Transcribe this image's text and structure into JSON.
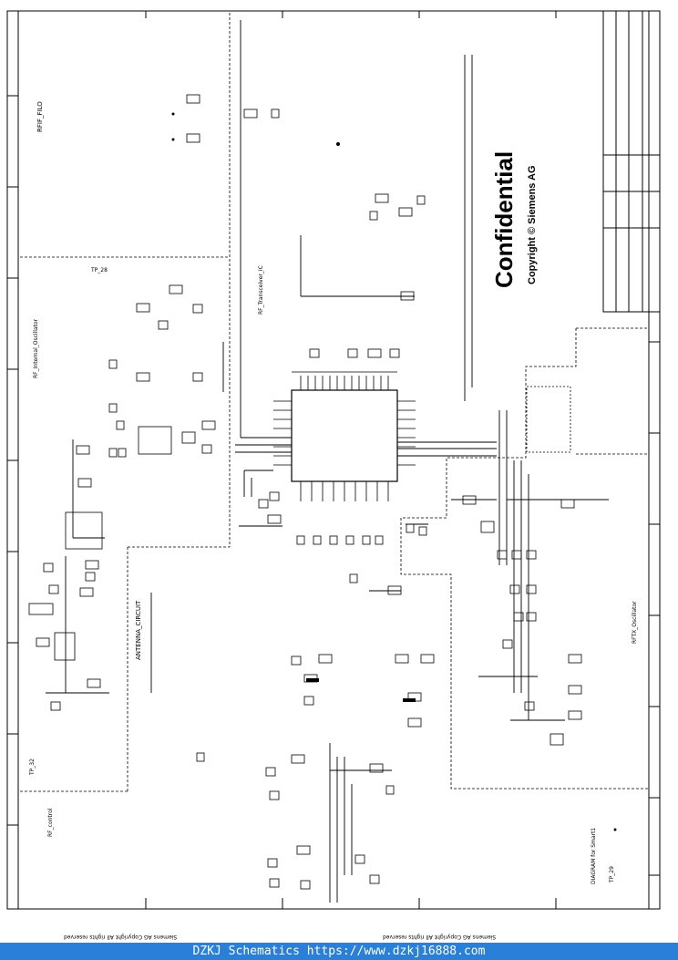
{
  "sheet": {
    "confidential": "Confidential",
    "copyright": "Copyright © Siemens AG",
    "footer": "DZKJ Schematics https://www.dzkj16888.com",
    "bottom_left_mirrored": "Siemens AG  Copyright  All rights reserved",
    "bottom_right_mirrored": "Siemens AG  Copyright  All rights reserved"
  },
  "blocks": {
    "rf_if_filter": "RFIF_FILO",
    "rf_transceiver": "RF_Transceiver_IC",
    "rf_internal_oscillator": "RF_Internal_Oscillator",
    "antenna_circuit": "ANTENNA_CIRCUIT",
    "rf_tx_oscillator": "RFTX_Oscillator",
    "rf_control": "RF_control",
    "diagram_for_smart": "DIAGRAM for Smart1"
  },
  "test_points": {
    "tp1": "TP_28",
    "tp2": "TP_32",
    "tp3": "TP_29"
  }
}
